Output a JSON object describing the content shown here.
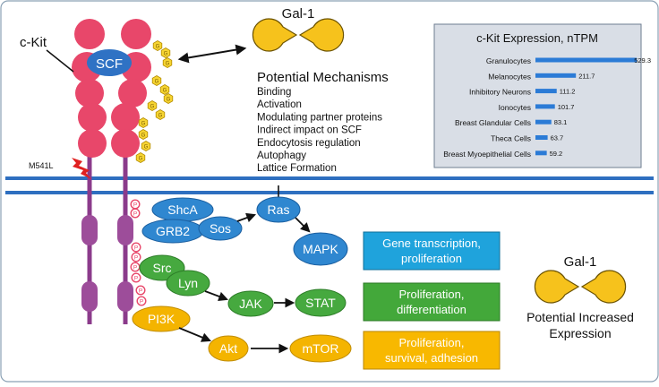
{
  "receptor": {
    "label": "c-Kit",
    "ligand": "SCF",
    "mutation": "M541L",
    "phospho_label": "P",
    "glycan_label": "G"
  },
  "gal1_top": {
    "title": "Gal-1"
  },
  "mechanisms": {
    "title": "Potential Mechanisms",
    "items": [
      "Binding",
      "Activation",
      "Modulating partner proteins",
      "Indirect impact on SCF",
      "Endocytosis regulation",
      "Autophagy",
      "Lattice Formation"
    ]
  },
  "signaling": {
    "shca": "ShcA",
    "grb2": "GRB2",
    "sos": "Sos",
    "ras": "Ras",
    "mapk": "MAPK",
    "src": "Src",
    "lyn": "Lyn",
    "jak": "JAK",
    "stat": "STAT",
    "pi3k": "PI3K",
    "akt": "Akt",
    "mtor": "mTOR"
  },
  "outcomes": {
    "blue": {
      "line1": "Gene transcription,",
      "line2": "proliferation"
    },
    "green": {
      "line1": "Proliferation,",
      "line2": "differentiation"
    },
    "orange": {
      "line1": "Proliferation,",
      "line2": "survival, adhesion"
    }
  },
  "gal1_bottom": {
    "title": "Gal-1",
    "line1": "Potential Increased",
    "line2": "Expression"
  },
  "colors": {
    "receptor_red": "#e8476a",
    "receptor_purple": "#9d4d9a",
    "scf_blue": "#2f72c4",
    "membrane_blue": "#2e6fc0",
    "node_blue": "#2f87d0",
    "node_green": "#46a93f",
    "node_orange": "#f4b400",
    "outcome_blue": "#1fa3dc",
    "outcome_green": "#43a83a",
    "outcome_orange": "#f8b800",
    "gal1_yellow": "#f6c21c",
    "inset_bg": "#d9dee6"
  },
  "chart_data": {
    "type": "bar",
    "title": "c-Kit Expression, nTPM",
    "categories": [
      "Granulocytes",
      "Melanocytes",
      "Inhibitory Neurons",
      "Ionocytes",
      "Breast Glandular Cells",
      "Theca Cells",
      "Breast Myoepithelial Cells"
    ],
    "values": [
      529.3,
      211.7,
      111.2,
      101.7,
      83.1,
      63.7,
      59.2
    ],
    "value_labels": [
      "529.3",
      "211.7",
      "111.2",
      "101.7",
      "83.1",
      "63.7",
      "59.2"
    ],
    "orientation": "horizontal",
    "xlim": [
      0,
      529.3
    ],
    "bar_color": "#2b7bd6"
  }
}
